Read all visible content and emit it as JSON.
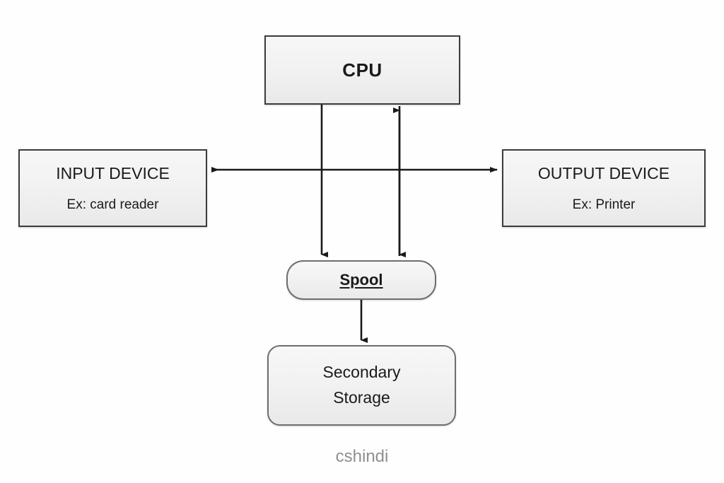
{
  "diagram": {
    "title": "Spooling Diagram",
    "background_color": "#fefefe",
    "nodes": {
      "cpu": {
        "label": "CPU",
        "shape": "rectangle",
        "fill": "#f2f2f2",
        "border_color": "#3c3c3c"
      },
      "input_device": {
        "label": "INPUT DEVICE",
        "example": "Ex: card reader",
        "shape": "rectangle",
        "fill": "#f2f2f2",
        "border_color": "#3c3c3c"
      },
      "output_device": {
        "label": "OUTPUT DEVICE",
        "example": "Ex: Printer",
        "shape": "rectangle",
        "fill": "#f2f2f2",
        "border_color": "#3c3c3c"
      },
      "spool": {
        "label": "Spool",
        "shape": "rounded-rectangle",
        "fill": "#f2f2f2",
        "border_color": "#6e6e6e"
      },
      "secondary_storage": {
        "label_line1": "Secondary",
        "label_line2": "Storage",
        "shape": "rounded-rectangle",
        "fill": "#f2f2f2",
        "border_color": "#6e6e6e"
      }
    },
    "connectors": [
      {
        "name": "cpu-to-spool",
        "from": "cpu",
        "to": "spool",
        "direction": "one-way-down",
        "color": "#1a1a1a"
      },
      {
        "name": "cpu-spool-bidirectional",
        "from": "cpu",
        "to": "spool",
        "direction": "two-way-vertical",
        "color": "#1a1a1a"
      },
      {
        "name": "bus-to-input-device",
        "from": "cpu-bus",
        "to": "input_device",
        "direction": "one-way-left",
        "color": "#1a1a1a"
      },
      {
        "name": "bus-to-output-device",
        "from": "cpu-bus",
        "to": "output_device",
        "direction": "one-way-right",
        "color": "#1a1a1a"
      },
      {
        "name": "spool-to-secondary-storage",
        "from": "spool",
        "to": "secondary_storage",
        "direction": "one-way-down",
        "color": "#1a1a1a"
      }
    ],
    "watermark": "cshindi"
  }
}
